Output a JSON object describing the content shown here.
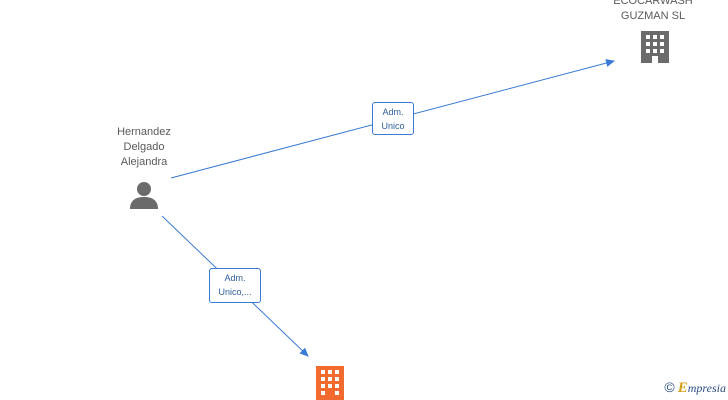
{
  "nodes": {
    "person": {
      "label": "Hernandez\nDelgado\nAlejandra",
      "icon": "person-icon",
      "color": "#6b6b6b"
    },
    "company_top": {
      "label": "ECOCARWASH\nGUZMAN  SL",
      "icon": "building-icon",
      "color": "#6b6b6b"
    },
    "company_bottom": {
      "label": "",
      "icon": "building-icon",
      "color": "#f26a2e"
    }
  },
  "edges": [
    {
      "label": "Adm.\nUnico",
      "from": "person",
      "to": "company_top"
    },
    {
      "label": "Adm.\nUnico,...",
      "from": "person",
      "to": "company_bottom"
    }
  ],
  "branding": {
    "copyright_symbol": "©",
    "initial": "E",
    "rest": "mpresia"
  },
  "colors": {
    "edge": "#3a7bd5",
    "node_gray": "#6b6b6b",
    "accent": "#f26a2e"
  }
}
